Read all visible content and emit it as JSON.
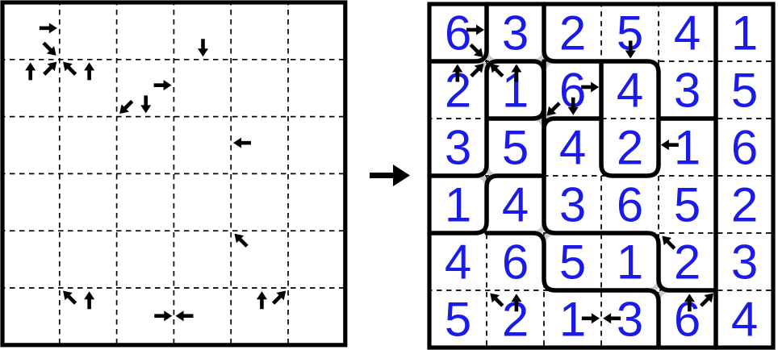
{
  "figure": {
    "kind": "puzzle-before-after",
    "transform_arrow": {
      "direction": "right"
    }
  },
  "colors": {
    "background": "#ffffff",
    "line_black": "#000000",
    "digit_blue": "#1b1be8",
    "gray_corner": "#c9c9c9"
  },
  "left_grid": {
    "rows": 6,
    "cols": 6,
    "style": "dashed cells, solid border, clue arrows only"
  },
  "right_grid": {
    "rows": 6,
    "cols": 6,
    "style": "dashed cells, solid border, bold region borders, solution digits, clue arrows",
    "solution": [
      [
        6,
        3,
        2,
        5,
        4,
        1
      ],
      [
        2,
        1,
        6,
        4,
        3,
        5
      ],
      [
        3,
        5,
        4,
        2,
        1,
        6
      ],
      [
        1,
        4,
        3,
        6,
        5,
        2
      ],
      [
        4,
        6,
        5,
        1,
        2,
        3
      ],
      [
        5,
        2,
        1,
        3,
        6,
        4
      ]
    ]
  },
  "clue_arrows": [
    {
      "dir": "right",
      "tip": [
        0.958,
        0.45
      ]
    },
    {
      "dir": "down-right",
      "tip": [
        0.94,
        0.93
      ]
    },
    {
      "dir": "up",
      "tip": [
        0.49,
        1.05
      ]
    },
    {
      "dir": "up-right",
      "tip": [
        0.95,
        1.04
      ]
    },
    {
      "dir": "up-left",
      "tip": [
        1.06,
        1.04
      ]
    },
    {
      "dir": "up",
      "tip": [
        1.52,
        1.05
      ]
    },
    {
      "dir": "down",
      "tip": [
        3.51,
        0.95
      ]
    },
    {
      "dir": "right",
      "tip": [
        2.96,
        1.45
      ]
    },
    {
      "dir": "down-left",
      "tip": [
        2.05,
        1.95
      ]
    },
    {
      "dir": "down",
      "tip": [
        2.51,
        1.94
      ]
    },
    {
      "dir": "left",
      "tip": [
        4.04,
        2.46
      ]
    },
    {
      "dir": "up-left",
      "tip": [
        4.06,
        4.05
      ]
    },
    {
      "dir": "up-left",
      "tip": [
        1.06,
        5.05
      ]
    },
    {
      "dir": "up",
      "tip": [
        1.52,
        5.06
      ]
    },
    {
      "dir": "right",
      "tip": [
        2.97,
        5.49
      ]
    },
    {
      "dir": "left",
      "tip": [
        3.03,
        5.49
      ]
    },
    {
      "dir": "up",
      "tip": [
        4.54,
        5.06
      ]
    },
    {
      "dir": "up-right",
      "tip": [
        4.96,
        5.05
      ]
    }
  ],
  "region_borders": {
    "fillet_radius": 14,
    "paths": [
      [
        [
          0,
          1
        ],
        [
          1,
          1
        ],
        [
          1,
          0
        ]
      ],
      [
        [
          2,
          0
        ],
        [
          2,
          1
        ],
        [
          4,
          1
        ],
        [
          4,
          3
        ],
        [
          3,
          3
        ],
        [
          3,
          1
        ]
      ],
      [
        [
          0,
          3
        ],
        [
          1,
          3
        ],
        [
          1,
          1
        ],
        [
          2,
          1
        ],
        [
          2,
          2
        ],
        [
          1,
          2
        ]
      ],
      [
        [
          0,
          4
        ],
        [
          1,
          4
        ],
        [
          1,
          3
        ],
        [
          2,
          3
        ]
      ],
      [
        [
          1,
          4
        ],
        [
          2,
          4
        ],
        [
          2,
          5
        ],
        [
          4,
          5
        ],
        [
          4,
          6
        ]
      ],
      [
        [
          2,
          3
        ],
        [
          2,
          2
        ],
        [
          3,
          2
        ]
      ],
      [
        [
          2,
          1
        ],
        [
          2,
          4
        ],
        [
          4,
          4
        ],
        [
          4,
          5
        ],
        [
          5,
          5
        ]
      ],
      [
        [
          4,
          2
        ],
        [
          5,
          2
        ]
      ],
      [
        [
          5,
          0
        ],
        [
          5,
          6
        ]
      ]
    ],
    "gray_corners": [
      {
        "v": [
          1,
          1
        ],
        "quadrants": [
          "NE",
          "SW"
        ]
      },
      {
        "v": [
          2,
          1
        ],
        "quadrants": [
          "NW",
          "SE"
        ]
      },
      {
        "v": [
          2,
          2
        ],
        "quadrants": [
          "NE",
          "SW"
        ]
      },
      {
        "v": [
          1,
          3
        ],
        "quadrants": [
          "NE",
          "SW"
        ]
      },
      {
        "v": [
          2,
          4
        ],
        "quadrants": [
          "NW",
          "SE"
        ]
      },
      {
        "v": [
          4,
          5
        ],
        "quadrants": [
          "NW",
          "SE"
        ]
      }
    ]
  }
}
